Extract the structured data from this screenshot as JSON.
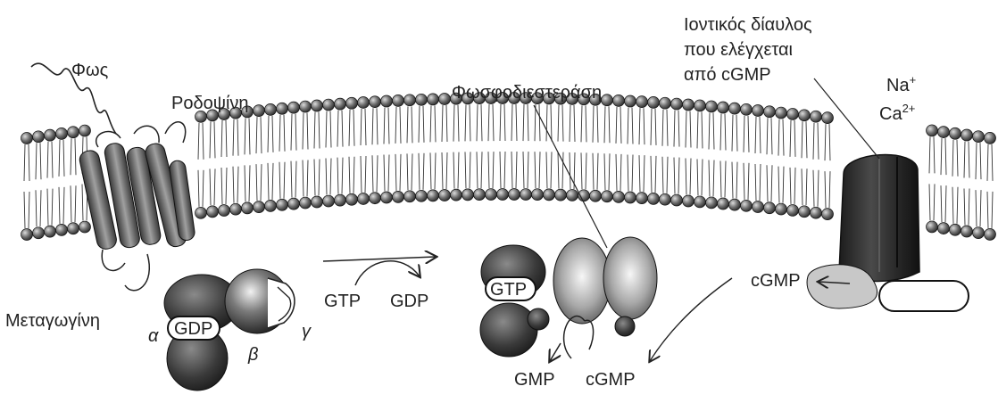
{
  "labels": {
    "light": "Φως",
    "rhodopsin": "Ροδοψίνη",
    "transducin": "Μεταγωγίνη",
    "phosphodiesterase": "Φωσφοδιεστεράση",
    "channel_line1": "Ιοντικός δίαυλος",
    "channel_line2": "που ελέγχεται",
    "channel_line3": "από cGMP",
    "na": "Na",
    "na_sup": "+",
    "ca": "Ca",
    "ca_sup": "2+",
    "alpha": "α",
    "beta": "β",
    "gamma": "γ",
    "gdp_bound": "GDP",
    "gtp_reaction": "GTP",
    "gdp_reaction": "GDP",
    "gtp_bound": "GTP",
    "gmp_out": "GMP",
    "cgmp_bottom": "cGMP",
    "cgmp_channel": "cGMP"
  }
}
